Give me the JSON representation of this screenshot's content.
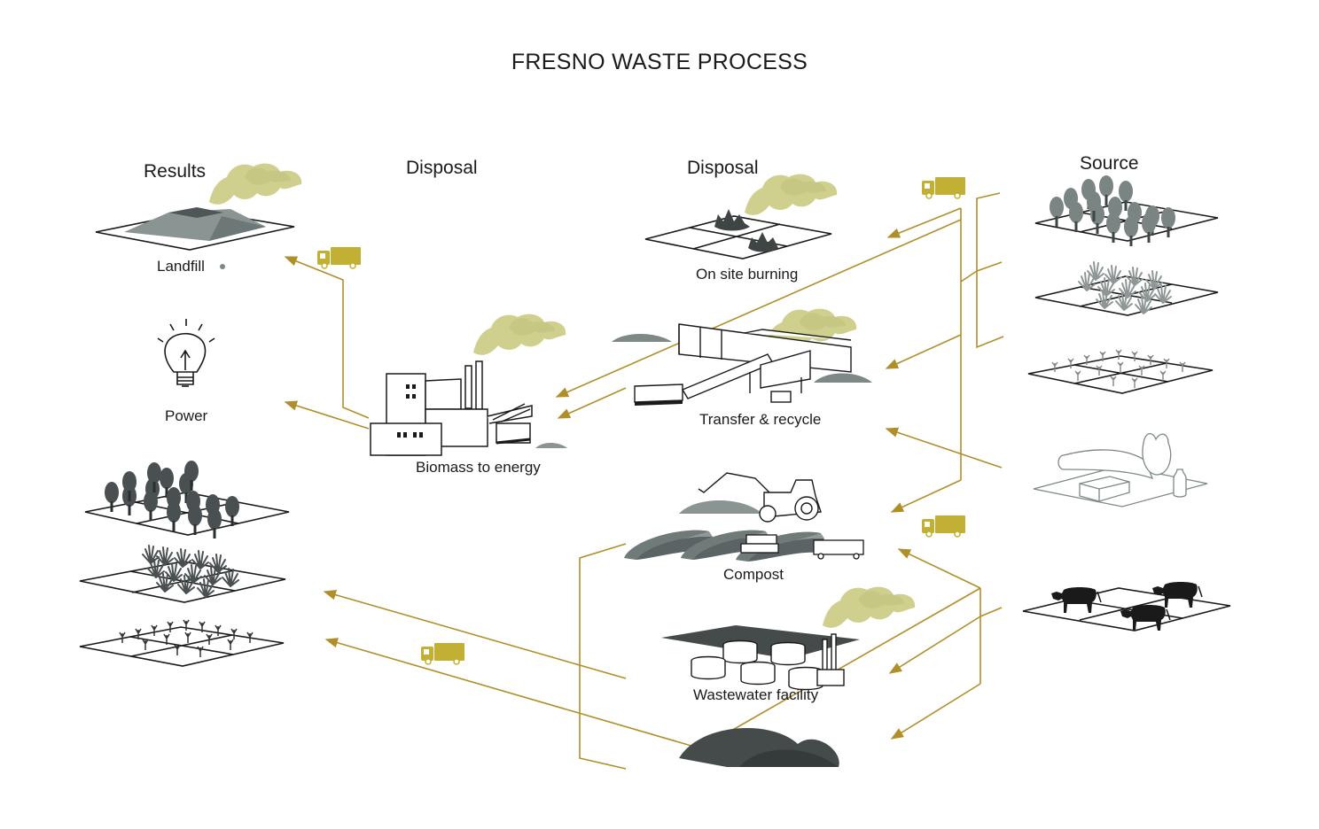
{
  "title": "FRESNO WASTE PROCESS",
  "headers": {
    "results": "Results",
    "disposal_left": "Disposal",
    "disposal_right": "Disposal",
    "source": "Source"
  },
  "labels": {
    "landfill": "Landfill",
    "power": "Power",
    "biomass": "Biomass to energy",
    "burning": "On site burning",
    "transfer": "Transfer & recycle",
    "compost": "Compost",
    "wastewater": "Wastewater facility"
  },
  "colors": {
    "flow": "#b08f2a",
    "truck": "#c2b035",
    "smoke": "#cfd08e",
    "dark": "#454a4b",
    "mid": "#7d8887",
    "light": "#a9b1b0",
    "ink": "#1a1a1a"
  },
  "icons": [
    "truck-icon",
    "smoke-cloud-icon",
    "lightbulb-icon",
    "tree-icon",
    "plant-icon",
    "cow-icon",
    "bag-icon",
    "bottle-icon"
  ]
}
